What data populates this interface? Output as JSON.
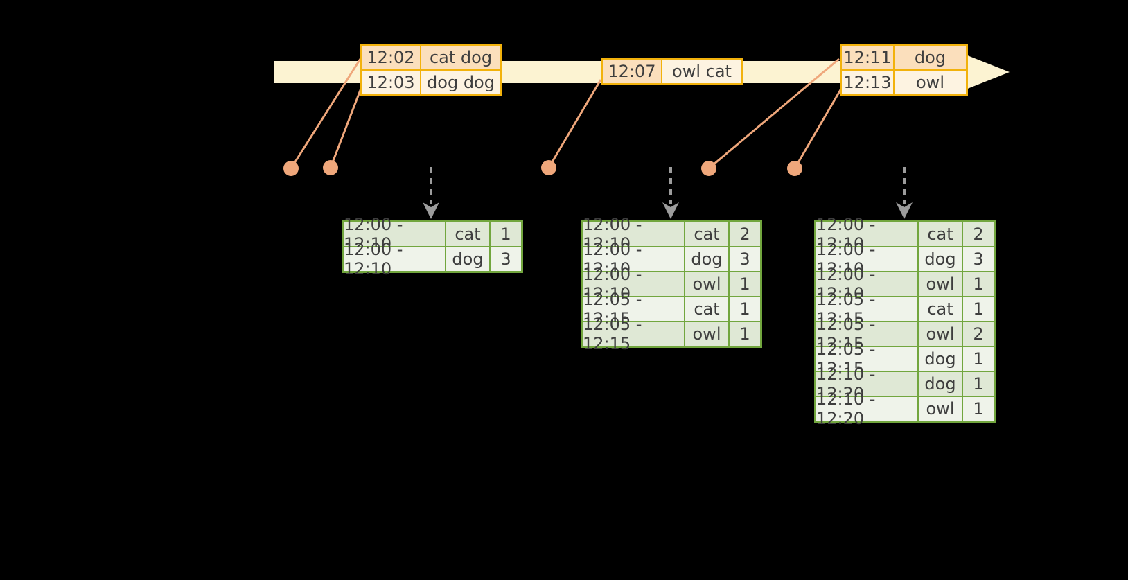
{
  "colors": {
    "background": "#000000",
    "timeline": "#fcf3d2",
    "event_table_border": "#f2b20c",
    "event_cell_peach": "#fbdfbc",
    "event_cell_cream": "#fdf3e1",
    "connector_salmon": "#efa77b",
    "result_table_border": "#72a63e",
    "result_row_green": "#dfe8d5",
    "result_row_light": "#eff3ea",
    "trigger_arrow_gray": "#9c9c9c",
    "text": "#3e3e3e"
  },
  "event_tables": [
    {
      "rows": [
        {
          "time": "12:02",
          "words": "cat dog"
        },
        {
          "time": "12:03",
          "words": "dog dog"
        }
      ]
    },
    {
      "rows": [
        {
          "time": "12:07",
          "words": "owl cat"
        }
      ]
    },
    {
      "rows": [
        {
          "time": "12:11",
          "words": "dog"
        },
        {
          "time": "12:13",
          "words": "owl"
        }
      ]
    }
  ],
  "result_tables": [
    {
      "rows": [
        {
          "window": "12:00 - 12:10",
          "word": "cat",
          "count": "1"
        },
        {
          "window": "12:00 - 12:10",
          "word": "dog",
          "count": "3"
        }
      ]
    },
    {
      "rows": [
        {
          "window": "12:00 - 12:10",
          "word": "cat",
          "count": "2"
        },
        {
          "window": "12:00 - 12:10",
          "word": "dog",
          "count": "3"
        },
        {
          "window": "12:00 - 12:10",
          "word": "owl",
          "count": "1"
        },
        {
          "window": "12:05 - 12:15",
          "word": "cat",
          "count": "1"
        },
        {
          "window": "12:05 - 12:15",
          "word": "owl",
          "count": "1"
        }
      ]
    },
    {
      "rows": [
        {
          "window": "12:00 - 12:10",
          "word": "cat",
          "count": "2"
        },
        {
          "window": "12:00 - 12:10",
          "word": "dog",
          "count": "3"
        },
        {
          "window": "12:00 - 12:10",
          "word": "owl",
          "count": "1"
        },
        {
          "window": "12:05 - 12:15",
          "word": "cat",
          "count": "1"
        },
        {
          "window": "12:05 - 12:15",
          "word": "owl",
          "count": "2"
        },
        {
          "window": "12:05 - 12:15",
          "word": "dog",
          "count": "1"
        },
        {
          "window": "12:10 - 12:20",
          "word": "dog",
          "count": "1"
        },
        {
          "window": "12:10 - 12:20",
          "word": "owl",
          "count": "1"
        }
      ]
    }
  ]
}
